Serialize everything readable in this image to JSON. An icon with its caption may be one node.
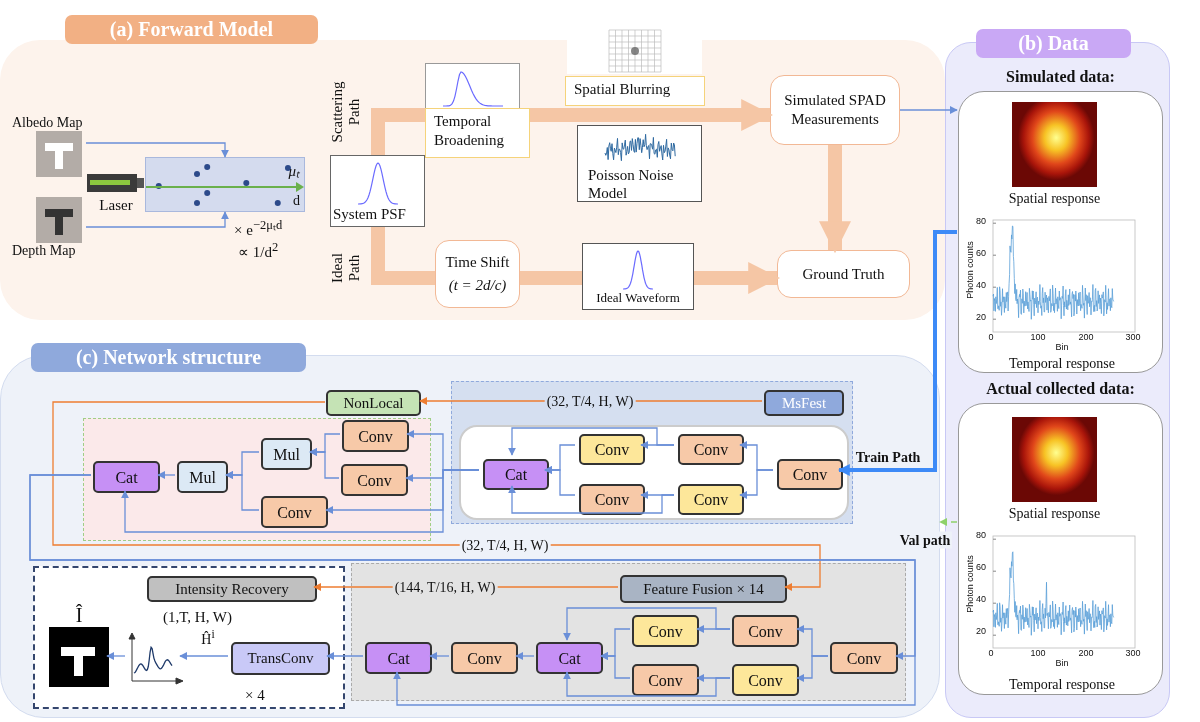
{
  "diagram": {
    "nodes": [
      {
        "text": [
          "(a) Forward Model"
        ]
      },
      {
        "text": [
          "Albedo Map"
        ],
        "in": 0
      },
      {
        "text": [
          "Depth Map"
        ],
        "in": 0
      },
      {
        "text": [
          "Laser"
        ],
        "in": 0
      },
      {
        "text": [
          "μₜ",
          "d"
        ],
        "in": 0,
        "beside": [
          "× e$^{−2μₜd}$",
          "∝ 1/d$^{2}$"
        ]
      },
      {
        "text": [
          "System PSF"
        ],
        "in": 0
      },
      {
        "text": [
          "Temporal Broadening"
        ],
        "in": 0
      },
      {
        "text": [
          "Spatial Blurring"
        ],
        "in": 0
      },
      {
        "text": [
          "Poisson Noise Model"
        ],
        "in": 0
      },
      {
        "text": [
          "Simulated SPAD Measurements"
        ],
        "in": 0
      },
      {
        "text": [
          "Time Shift",
          "(t = 2d/c)"
        ],
        "in": 0
      },
      {
        "text": [
          "Ideal Waveform"
        ],
        "in": 0
      },
      {
        "text": [
          "Ground Truth"
        ],
        "in": 0
      },
      {
        "text": [
          "(b) Data"
        ]
      },
      {
        "text": [
          "Simulated data:"
        ],
        "in": 13
      },
      {
        "text": [
          "Spatial response"
        ],
        "in": 14
      },
      {
        "text": [
          "Temporal response"
        ],
        "in": 14
      },
      {
        "text": [
          "Actual collected data:"
        ],
        "in": 13
      },
      {
        "text": [
          "Spatial response"
        ],
        "in": 17
      },
      {
        "text": [
          "Temporal response"
        ],
        "in": 17
      },
      {
        "text": [
          "(c) Network structure"
        ]
      },
      {
        "text": [],
        "shape": "box",
        "in": 20
      },
      {
        "text": [
          "MsFest"
        ],
        "in": 21
      },
      {
        "text": [],
        "shape": "box",
        "in": 21
      },
      {
        "text": [
          "Conv"
        ],
        "in": 23
      },
      {
        "text": [
          "Conv"
        ],
        "in": 23
      },
      {
        "text": [
          "Conv"
        ],
        "in": 23
      },
      {
        "text": [
          "Conv"
        ],
        "in": 23
      },
      {
        "text": [
          "Conv"
        ],
        "in": 23
      },
      {
        "text": [
          "Cat"
        ],
        "in": 23
      },
      {
        "text": [
          "NonLocal"
        ],
        "in": 20
      },
      {
        "text": [],
        "shape": "box",
        "in": 20
      },
      {
        "text": [
          "Conv"
        ],
        "in": 31
      },
      {
        "text": [
          "Conv"
        ],
        "in": 31
      },
      {
        "text": [
          "Conv"
        ],
        "in": 31
      },
      {
        "text": [
          "Mul"
        ],
        "in": 31
      },
      {
        "text": [
          "Mul"
        ],
        "in": 31
      },
      {
        "text": [
          "Cat"
        ],
        "in": 31
      },
      {
        "text": [],
        "shape": "box",
        "in": 20
      },
      {
        "text": [
          "Feature Fusion × 14"
        ],
        "in": 38
      },
      {
        "text": [
          "Conv"
        ],
        "in": 38
      },
      {
        "text": [
          "Conv"
        ],
        "in": 38
      },
      {
        "text": [
          "Conv"
        ],
        "in": 38
      },
      {
        "text": [
          "Conv"
        ],
        "in": 38
      },
      {
        "text": [
          "Conv"
        ],
        "in": 38
      },
      {
        "text": [
          "Cat"
        ],
        "in": 38
      },
      {
        "text": [
          "Conv"
        ],
        "in": 38
      },
      {
        "text": [
          "Cat"
        ],
        "in": 38
      },
      {
        "text": [],
        "shape": "box",
        "in": 20
      },
      {
        "text": [
          "Intensity Recovery"
        ],
        "in": 48,
        "beside": [
          "(1,T, H, W)"
        ]
      },
      {
        "text": [
          "TransConv"
        ],
        "in": 48,
        "beside": [
          "× 4"
        ]
      },
      {
        "text": [],
        "shape": "picture",
        "in": 48
      },
      {
        "text": [
          "Î"
        ],
        "in": 48
      }
    ],
    "edges": [
      {
        "from": 1,
        "to": 4,
        "arrow": "to"
      },
      {
        "from": 2,
        "to": 4,
        "arrow": "to"
      },
      {
        "from": 5,
        "to": 6,
        "arrow": "none",
        "label": "Scattering Path",
        "style": "thick",
        "color": "#f5c6a5"
      },
      {
        "from": 6,
        "to": 9,
        "arrow": "to",
        "style": "thick",
        "color": "#f5c6a5"
      },
      {
        "from": 5,
        "to": 10,
        "arrow": "none",
        "label": "Ideal Path",
        "style": "thick",
        "color": "#f5c6a5"
      },
      {
        "from": 10,
        "to": 11,
        "arrow": "none",
        "style": "thick",
        "color": "#f5c6a5"
      },
      {
        "from": 11,
        "to": 12,
        "arrow": "to",
        "style": "thick",
        "color": "#f5c6a5"
      },
      {
        "from": 9,
        "to": 12,
        "arrow": "to",
        "style": "thick",
        "color": "#f5c6a5"
      },
      {
        "from": 9,
        "to": 14,
        "arrow": "to"
      },
      {
        "from": 14,
        "to": 24,
        "arrow": "to",
        "label": "Train Path",
        "style": "thick",
        "color": "#3d8af7"
      },
      {
        "from": 17,
        "to": 20,
        "arrow": "to",
        "label": "Val path",
        "style": "dashed",
        "color": "#8fd16a"
      },
      {
        "from": 24,
        "to": 25,
        "arrow": "to"
      },
      {
        "from": 24,
        "to": 26,
        "arrow": "to"
      },
      {
        "from": 25,
        "to": 27,
        "arrow": "to"
      },
      {
        "from": 26,
        "to": 28,
        "arrow": "to"
      },
      {
        "from": 27,
        "to": 29,
        "arrow": "to"
      },
      {
        "from": 28,
        "to": 29,
        "arrow": "to"
      },
      {
        "from": 25,
        "to": 29,
        "arrow": "to"
      },
      {
        "from": 26,
        "to": 29,
        "arrow": "to"
      },
      {
        "from": 22,
        "to": 30,
        "arrow": "to",
        "label": "(32, T/4, H, W)",
        "color": "#ee7d31"
      },
      {
        "from": 29,
        "to": 32,
        "arrow": "to"
      },
      {
        "from": 29,
        "to": 33,
        "arrow": "to"
      },
      {
        "from": 29,
        "to": 34,
        "arrow": "to"
      },
      {
        "from": 29,
        "to": 37,
        "arrow": "to"
      },
      {
        "from": 32,
        "to": 35,
        "arrow": "to"
      },
      {
        "from": 33,
        "to": 35,
        "arrow": "to"
      },
      {
        "from": 35,
        "to": 36,
        "arrow": "to"
      },
      {
        "from": 34,
        "to": 36,
        "arrow": "to"
      },
      {
        "from": 36,
        "to": 37,
        "arrow": "to"
      },
      {
        "from": 30,
        "to": 39,
        "arrow": "to",
        "label": "(32, T/4, H, W)",
        "color": "#ee7d31"
      },
      {
        "from": 37,
        "to": 40,
        "arrow": "to"
      },
      {
        "from": 37,
        "to": 47,
        "arrow": "to"
      },
      {
        "from": 40,
        "to": 41,
        "arrow": "to"
      },
      {
        "from": 40,
        "to": 42,
        "arrow": "to"
      },
      {
        "from": 41,
        "to": 43,
        "arrow": "to"
      },
      {
        "from": 42,
        "to": 44,
        "arrow": "to"
      },
      {
        "from": 43,
        "to": 45,
        "arrow": "to"
      },
      {
        "from": 44,
        "to": 45,
        "arrow": "to"
      },
      {
        "from": 41,
        "to": 45,
        "arrow": "to"
      },
      {
        "from": 42,
        "to": 45,
        "arrow": "to"
      },
      {
        "from": 45,
        "to": 46,
        "arrow": "to"
      },
      {
        "from": 46,
        "to": 47,
        "arrow": "to"
      },
      {
        "from": 39,
        "to": 49,
        "arrow": "to",
        "label": "(144, T/16, H, W)",
        "color": "#ee7d31"
      },
      {
        "from": 47,
        "to": 50,
        "arrow": "to"
      },
      {
        "from": 50,
        "to": 51,
        "arrow": "to",
        "label": "Ĥ$^{i}$"
      },
      {
        "from": 51,
        "to": 52,
        "arrow": "to"
      }
    ],
    "labels": [
      "80",
      "60",
      "40",
      "20",
      "0",
      "100",
      "200",
      "300",
      "Bin",
      "Photon counts",
      "80",
      "60",
      "40",
      "20",
      "0",
      "100",
      "200",
      "300",
      "Bin",
      "Photon counts"
    ]
  }
}
